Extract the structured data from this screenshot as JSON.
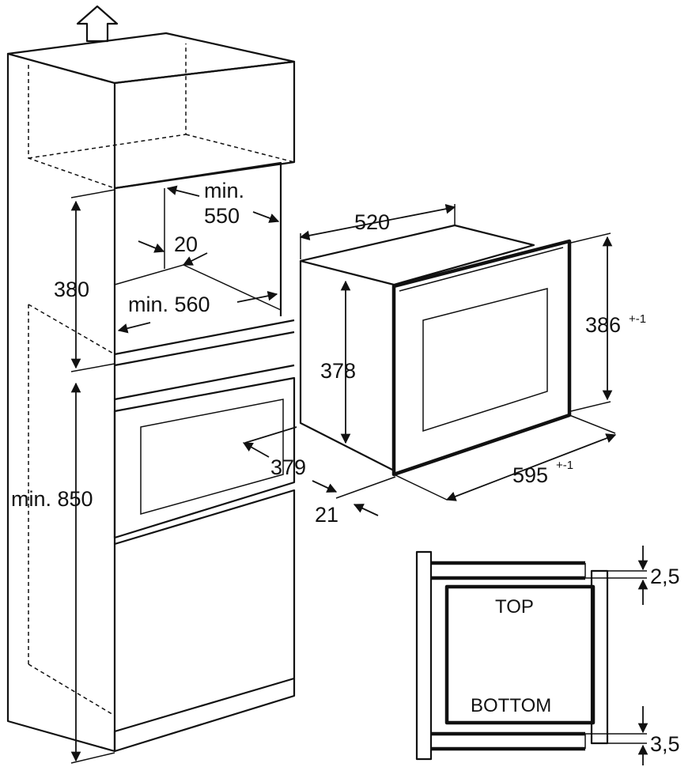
{
  "labels": {
    "min550_line1": "min.",
    "min550_line2": "550",
    "d20": "20",
    "d380": "380",
    "min560": "min. 560",
    "min850": "min. 850",
    "d520": "520",
    "d378": "378",
    "d386": "386",
    "d386_tol": "+-1",
    "d379": "379",
    "d21": "21",
    "d595": "595",
    "d595_tol": "+-1",
    "d2_5": "2,5",
    "d3_5": "3,5",
    "top": "TOP",
    "bottom": "BOTTOM"
  }
}
